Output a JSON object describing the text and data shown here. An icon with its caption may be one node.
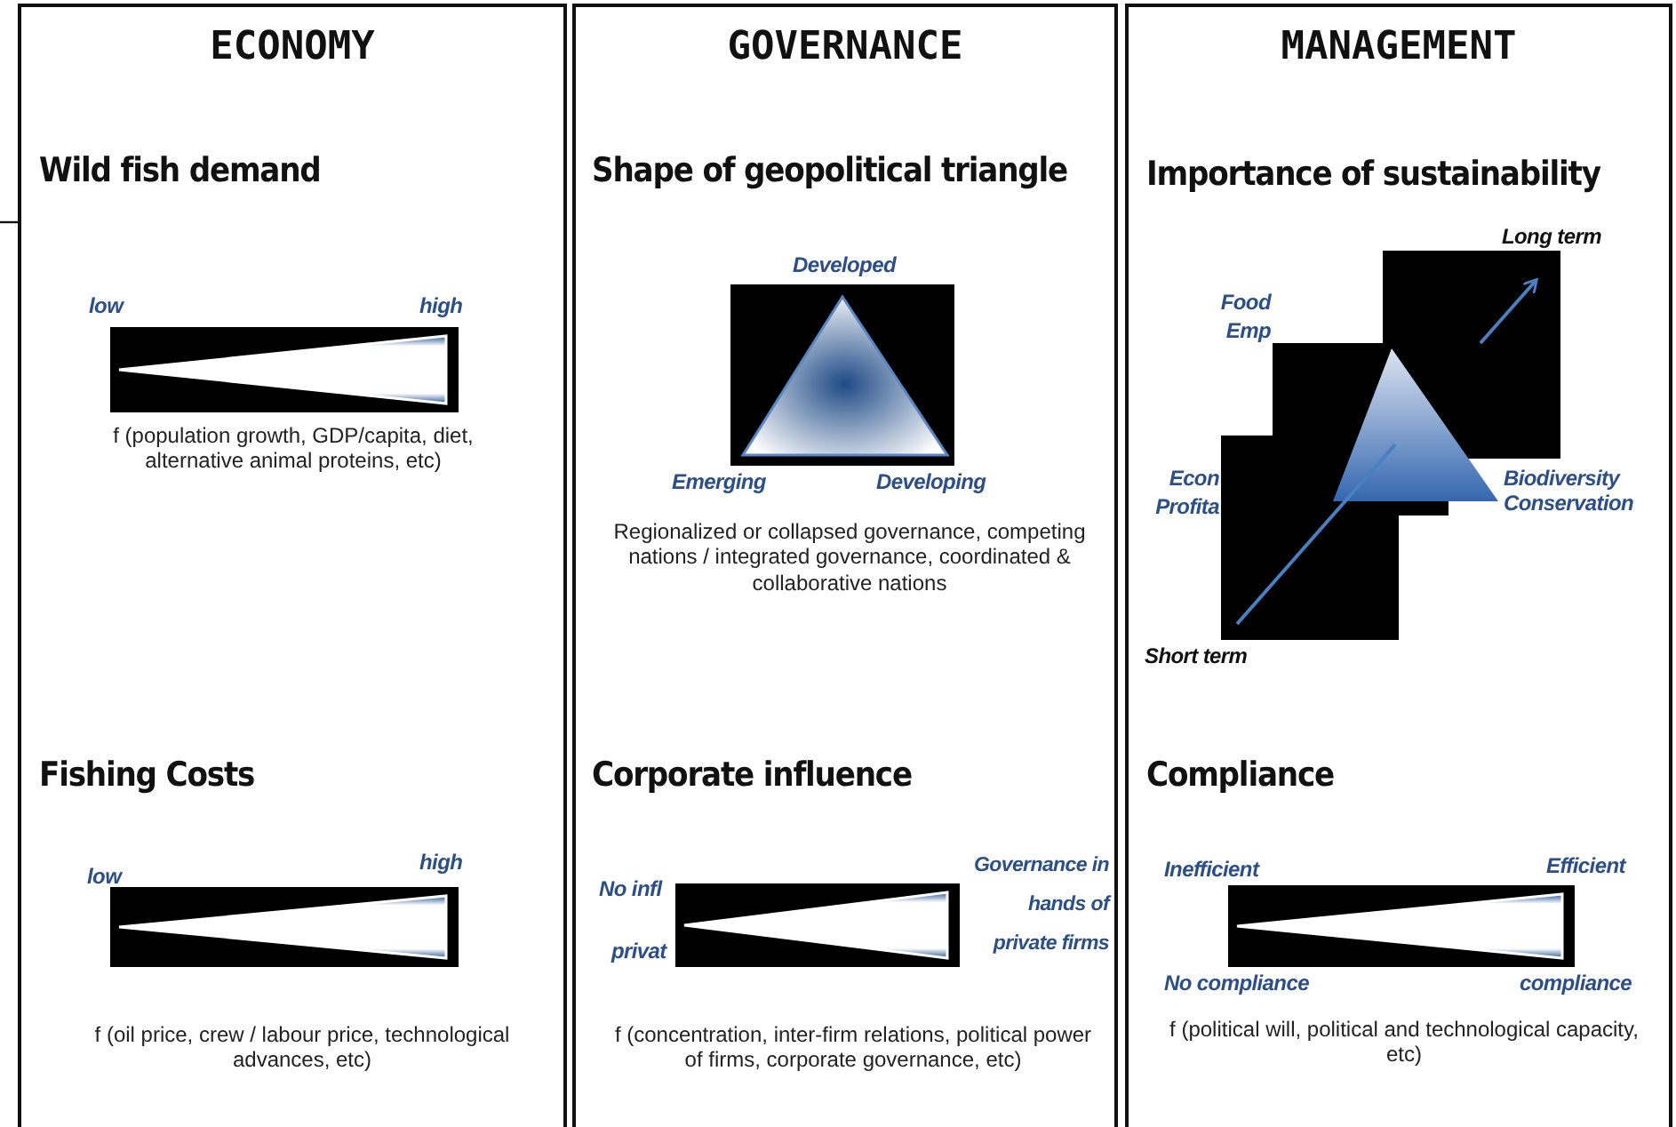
{
  "diagram": {
    "nodes": [
      {
        "text": [
          "ECONOMY"
        ]
      },
      {
        "text": [
          "GOVERNANCE"
        ]
      },
      {
        "text": [
          "MANAGEMENT"
        ]
      }
    ],
    "labels": [
      "Wild fish demand",
      "low",
      "high",
      "f (population growth, GDP/capita, diet, alternative animal proteins, etc)",
      "Fishing Costs",
      "low",
      "high",
      "f (oil price, crew / labour price, technological advances, etc)",
      "Shape of geopolitical triangle",
      "Developed",
      "Emerging",
      "Developing",
      "Regionalized or collapsed governance, competing nations / integrated governance, coordinated & collaborative nations",
      "Corporate influence",
      "No infl",
      "privat",
      "Governance in hands of private firms",
      "f (concentration, inter-firm relations, political power of firms, corporate governance, etc)",
      "Importance of sustainability",
      "Long term",
      "Food",
      "Emp",
      "Econ",
      "Profita",
      "Biodiversity Conservation",
      "Short term",
      "Compliance",
      "Inefficient",
      "No compliance",
      "Efficient",
      "compliance",
      "f (political will, political and technological capacity, etc)"
    ]
  }
}
